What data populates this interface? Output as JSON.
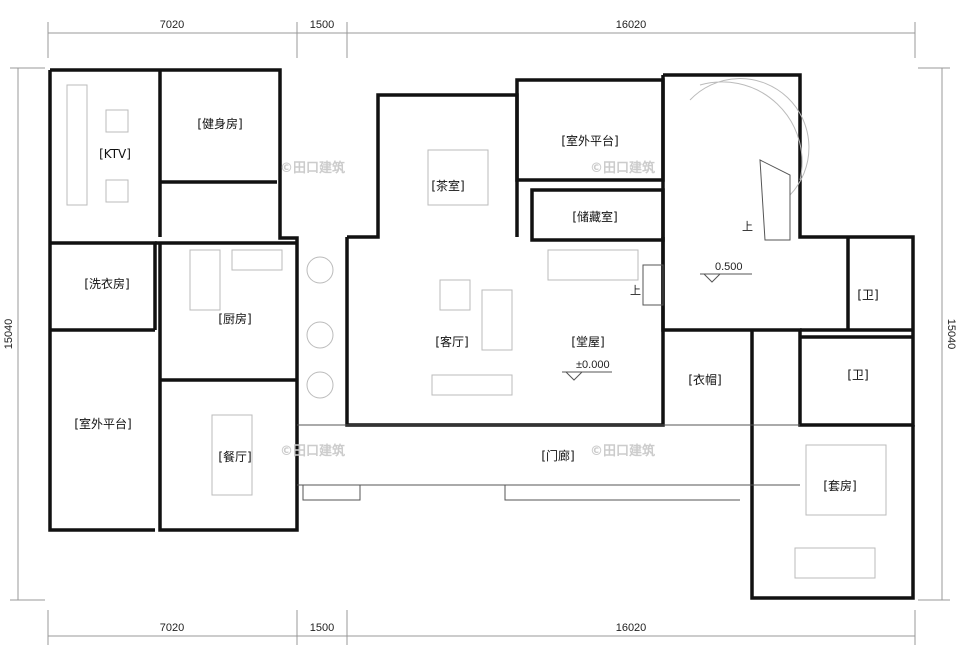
{
  "dimensions": {
    "top": [
      "7020",
      "1500",
      "16020"
    ],
    "bottom": [
      "7020",
      "1500",
      "16020"
    ],
    "left": "15040",
    "right": "15040"
  },
  "rooms": {
    "ktv": "[KTV]",
    "gym": "[健身房]",
    "laundry": "[洗衣房]",
    "kitchen": "[厨房]",
    "terrace_left": "[室外平台]",
    "dining": "[餐厅]",
    "tea_room": "[茶室]",
    "terrace_top": "[室外平台]",
    "storage": "[储藏室]",
    "living": "[客厅]",
    "hall": "[堂屋]",
    "bath1": "[卫]",
    "bath2": "[卫]",
    "closet": "[衣帽]",
    "suite": "[套房]",
    "porch": "[门廊]"
  },
  "levels": {
    "hall_level": "±0.000",
    "stair_level": "0.500"
  },
  "stair_up_marks": [
    "上",
    "上"
  ],
  "watermark": "©田口建筑"
}
